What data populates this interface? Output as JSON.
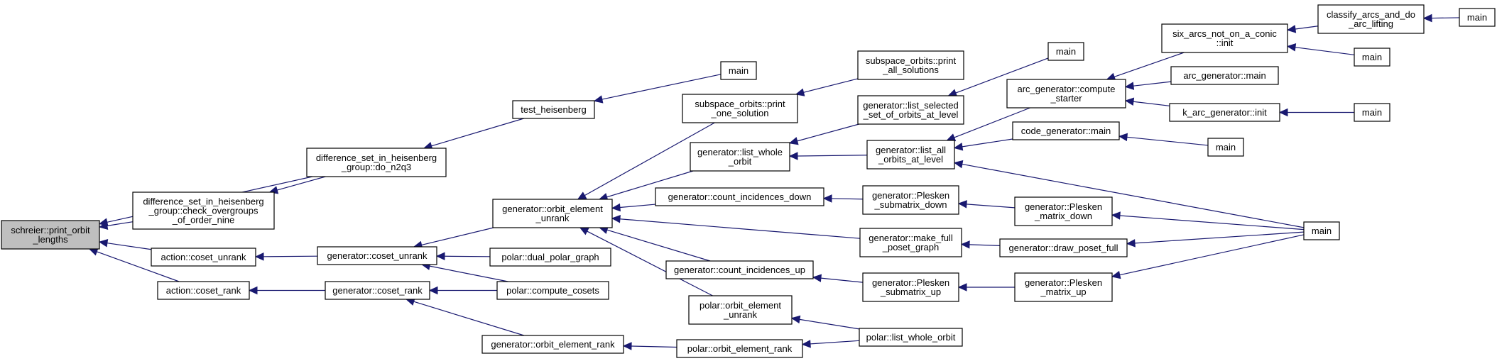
{
  "nodes": [
    {
      "id": "n0",
      "lines": [
        "schreier::print_orbit",
        "_lengths"
      ],
      "root": true
    },
    {
      "id": "n1",
      "lines": [
        "difference_set_in_heisenberg",
        "_group::do_n2q3"
      ]
    },
    {
      "id": "n2",
      "lines": [
        "difference_set_in_heisenberg",
        "_group::check_overgroups",
        "_of_order_nine"
      ]
    },
    {
      "id": "n3",
      "lines": [
        "action::coset_unrank"
      ]
    },
    {
      "id": "n4",
      "lines": [
        "action::coset_rank"
      ]
    },
    {
      "id": "n5",
      "lines": [
        "test_heisenberg"
      ]
    },
    {
      "id": "n6",
      "lines": [
        "main"
      ]
    },
    {
      "id": "n7",
      "lines": [
        "generator::coset_unrank"
      ]
    },
    {
      "id": "n8",
      "lines": [
        "generator::coset_rank"
      ]
    },
    {
      "id": "n9",
      "lines": [
        "generator::orbit_element",
        "_unrank"
      ]
    },
    {
      "id": "n10",
      "lines": [
        "polar::dual_polar_graph"
      ]
    },
    {
      "id": "n11",
      "lines": [
        "polar::compute_cosets"
      ]
    },
    {
      "id": "n12",
      "lines": [
        "generator::orbit_element_rank"
      ]
    },
    {
      "id": "n13",
      "lines": [
        "subspace_orbits::print",
        "_one_solution"
      ]
    },
    {
      "id": "n14",
      "lines": [
        "generator::list_whole",
        "_orbit"
      ]
    },
    {
      "id": "n15",
      "lines": [
        "generator::count_incidences_down"
      ]
    },
    {
      "id": "n16",
      "lines": [
        "generator::count_incidences_up"
      ]
    },
    {
      "id": "n17",
      "lines": [
        "polar::orbit_element",
        "_unrank"
      ]
    },
    {
      "id": "n18",
      "lines": [
        "polar::orbit_element_rank"
      ]
    },
    {
      "id": "n19",
      "lines": [
        "subspace_orbits::print",
        "_all_solutions"
      ]
    },
    {
      "id": "n20",
      "lines": [
        "generator::list_selected",
        "_set_of_orbits_at_level"
      ]
    },
    {
      "id": "n21",
      "lines": [
        "generator::list_all",
        "_orbits_at_level"
      ]
    },
    {
      "id": "n22",
      "lines": [
        "generator::Plesken",
        "_submatrix_down"
      ]
    },
    {
      "id": "n23",
      "lines": [
        "generator::make_full",
        "_poset_graph"
      ]
    },
    {
      "id": "n24",
      "lines": [
        "generator::Plesken",
        "_submatrix_up"
      ]
    },
    {
      "id": "n25",
      "lines": [
        "polar::list_whole_orbit"
      ]
    },
    {
      "id": "n26",
      "lines": [
        "main"
      ]
    },
    {
      "id": "n27",
      "lines": [
        "arc_generator::compute",
        "_starter"
      ]
    },
    {
      "id": "n28",
      "lines": [
        "code_generator::main"
      ]
    },
    {
      "id": "n29",
      "lines": [
        "generator::Plesken",
        "_matrix_down"
      ]
    },
    {
      "id": "n30",
      "lines": [
        "generator::draw_poset_full"
      ]
    },
    {
      "id": "n31",
      "lines": [
        "generator::Plesken",
        "_matrix_up"
      ]
    },
    {
      "id": "n32",
      "lines": [
        "six_arcs_not_on_a_conic",
        "::init"
      ]
    },
    {
      "id": "n33",
      "lines": [
        "arc_generator::main"
      ]
    },
    {
      "id": "n34",
      "lines": [
        "k_arc_generator::init"
      ]
    },
    {
      "id": "n35",
      "lines": [
        "main"
      ]
    },
    {
      "id": "n36",
      "lines": [
        "main"
      ]
    },
    {
      "id": "n37",
      "lines": [
        "classify_arcs_and_do",
        "_arc_lifting"
      ]
    },
    {
      "id": "n38",
      "lines": [
        "main"
      ]
    },
    {
      "id": "n39",
      "lines": [
        "main"
      ]
    },
    {
      "id": "n40",
      "lines": [
        "main"
      ]
    }
  ],
  "edges": [
    [
      "n1",
      "n0"
    ],
    [
      "n2",
      "n0"
    ],
    [
      "n3",
      "n0"
    ],
    [
      "n4",
      "n0"
    ],
    [
      "n5",
      "n1"
    ],
    [
      "n1",
      "n2"
    ],
    [
      "n6",
      "n5"
    ],
    [
      "n7",
      "n3"
    ],
    [
      "n8",
      "n4"
    ],
    [
      "n9",
      "n7"
    ],
    [
      "n10",
      "n7"
    ],
    [
      "n11",
      "n7"
    ],
    [
      "n11",
      "n8"
    ],
    [
      "n12",
      "n8"
    ],
    [
      "n13",
      "n9"
    ],
    [
      "n14",
      "n9"
    ],
    [
      "n15",
      "n9"
    ],
    [
      "n23",
      "n9"
    ],
    [
      "n16",
      "n9"
    ],
    [
      "n17",
      "n9"
    ],
    [
      "n18",
      "n12"
    ],
    [
      "n19",
      "n13"
    ],
    [
      "n20",
      "n14"
    ],
    [
      "n21",
      "n14"
    ],
    [
      "n22",
      "n15"
    ],
    [
      "n24",
      "n16"
    ],
    [
      "n25",
      "n17"
    ],
    [
      "n25",
      "n18"
    ],
    [
      "n26",
      "n20"
    ],
    [
      "n27",
      "n21"
    ],
    [
      "n28",
      "n21"
    ],
    [
      "n36",
      "n21"
    ],
    [
      "n29",
      "n22"
    ],
    [
      "n30",
      "n23"
    ],
    [
      "n31",
      "n24"
    ],
    [
      "n36",
      "n29"
    ],
    [
      "n36",
      "n30"
    ],
    [
      "n36",
      "n31"
    ],
    [
      "n32",
      "n27"
    ],
    [
      "n33",
      "n27"
    ],
    [
      "n34",
      "n27"
    ],
    [
      "n40",
      "n28"
    ],
    [
      "n39",
      "n34"
    ],
    [
      "n37",
      "n32"
    ],
    [
      "n35",
      "n32"
    ],
    [
      "n38",
      "n37"
    ]
  ],
  "colors": {
    "edge": "#191970",
    "root_fill": "#bfbfbf",
    "node_fill": "#ffffff",
    "node_stroke": "#000000"
  }
}
